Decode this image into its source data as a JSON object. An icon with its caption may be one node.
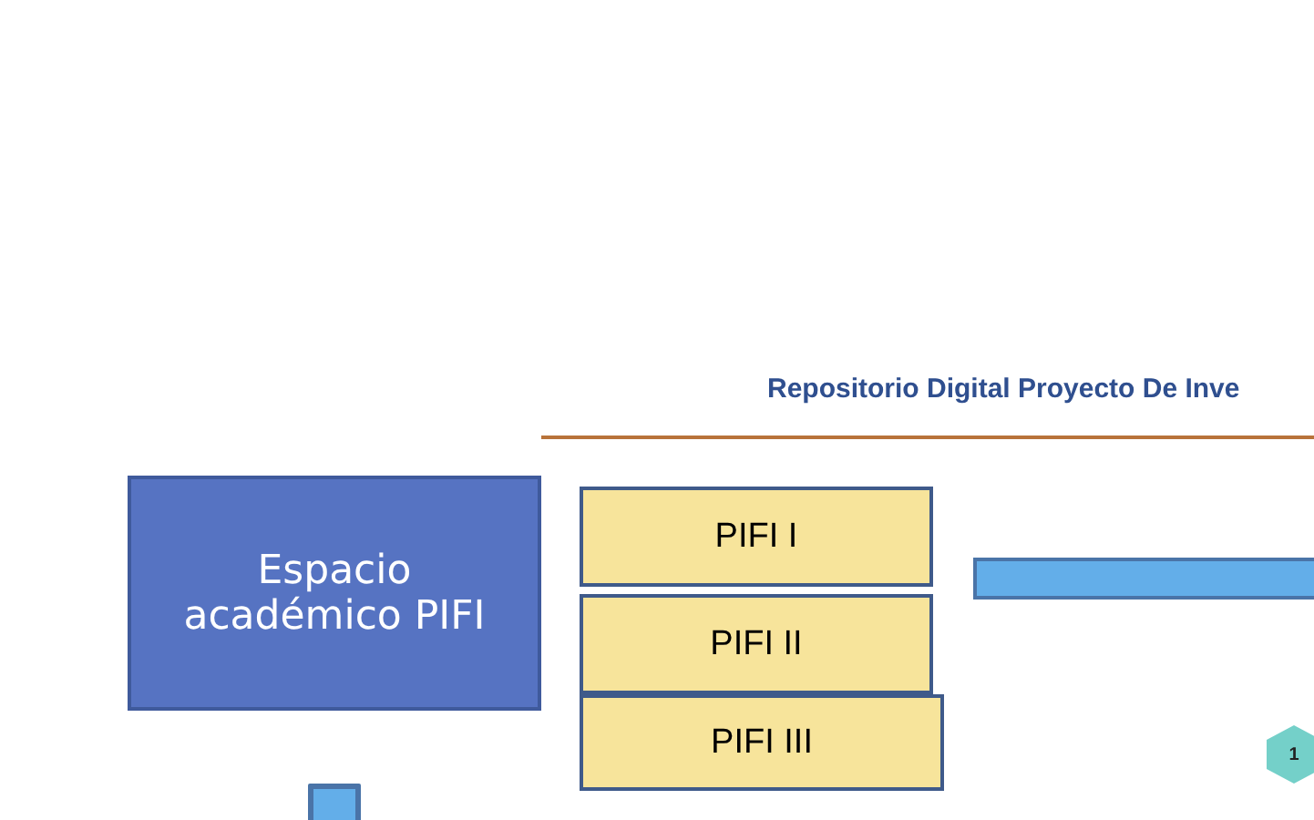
{
  "diagram": {
    "title": "Repositorio Digital Proyecto De Inve",
    "nodes": [
      {
        "text": [
          "Espacio académico PIFI"
        ]
      },
      {
        "text": [
          "PIFI I"
        ]
      },
      {
        "text": [],
        "shape": "bar"
      },
      {
        "text": [
          "PIFI II"
        ]
      },
      {
        "text": [
          "PIFI III"
        ]
      },
      {
        "text": [
          "1"
        ]
      },
      {
        "text": [],
        "shape": "box"
      }
    ],
    "edges": []
  }
}
